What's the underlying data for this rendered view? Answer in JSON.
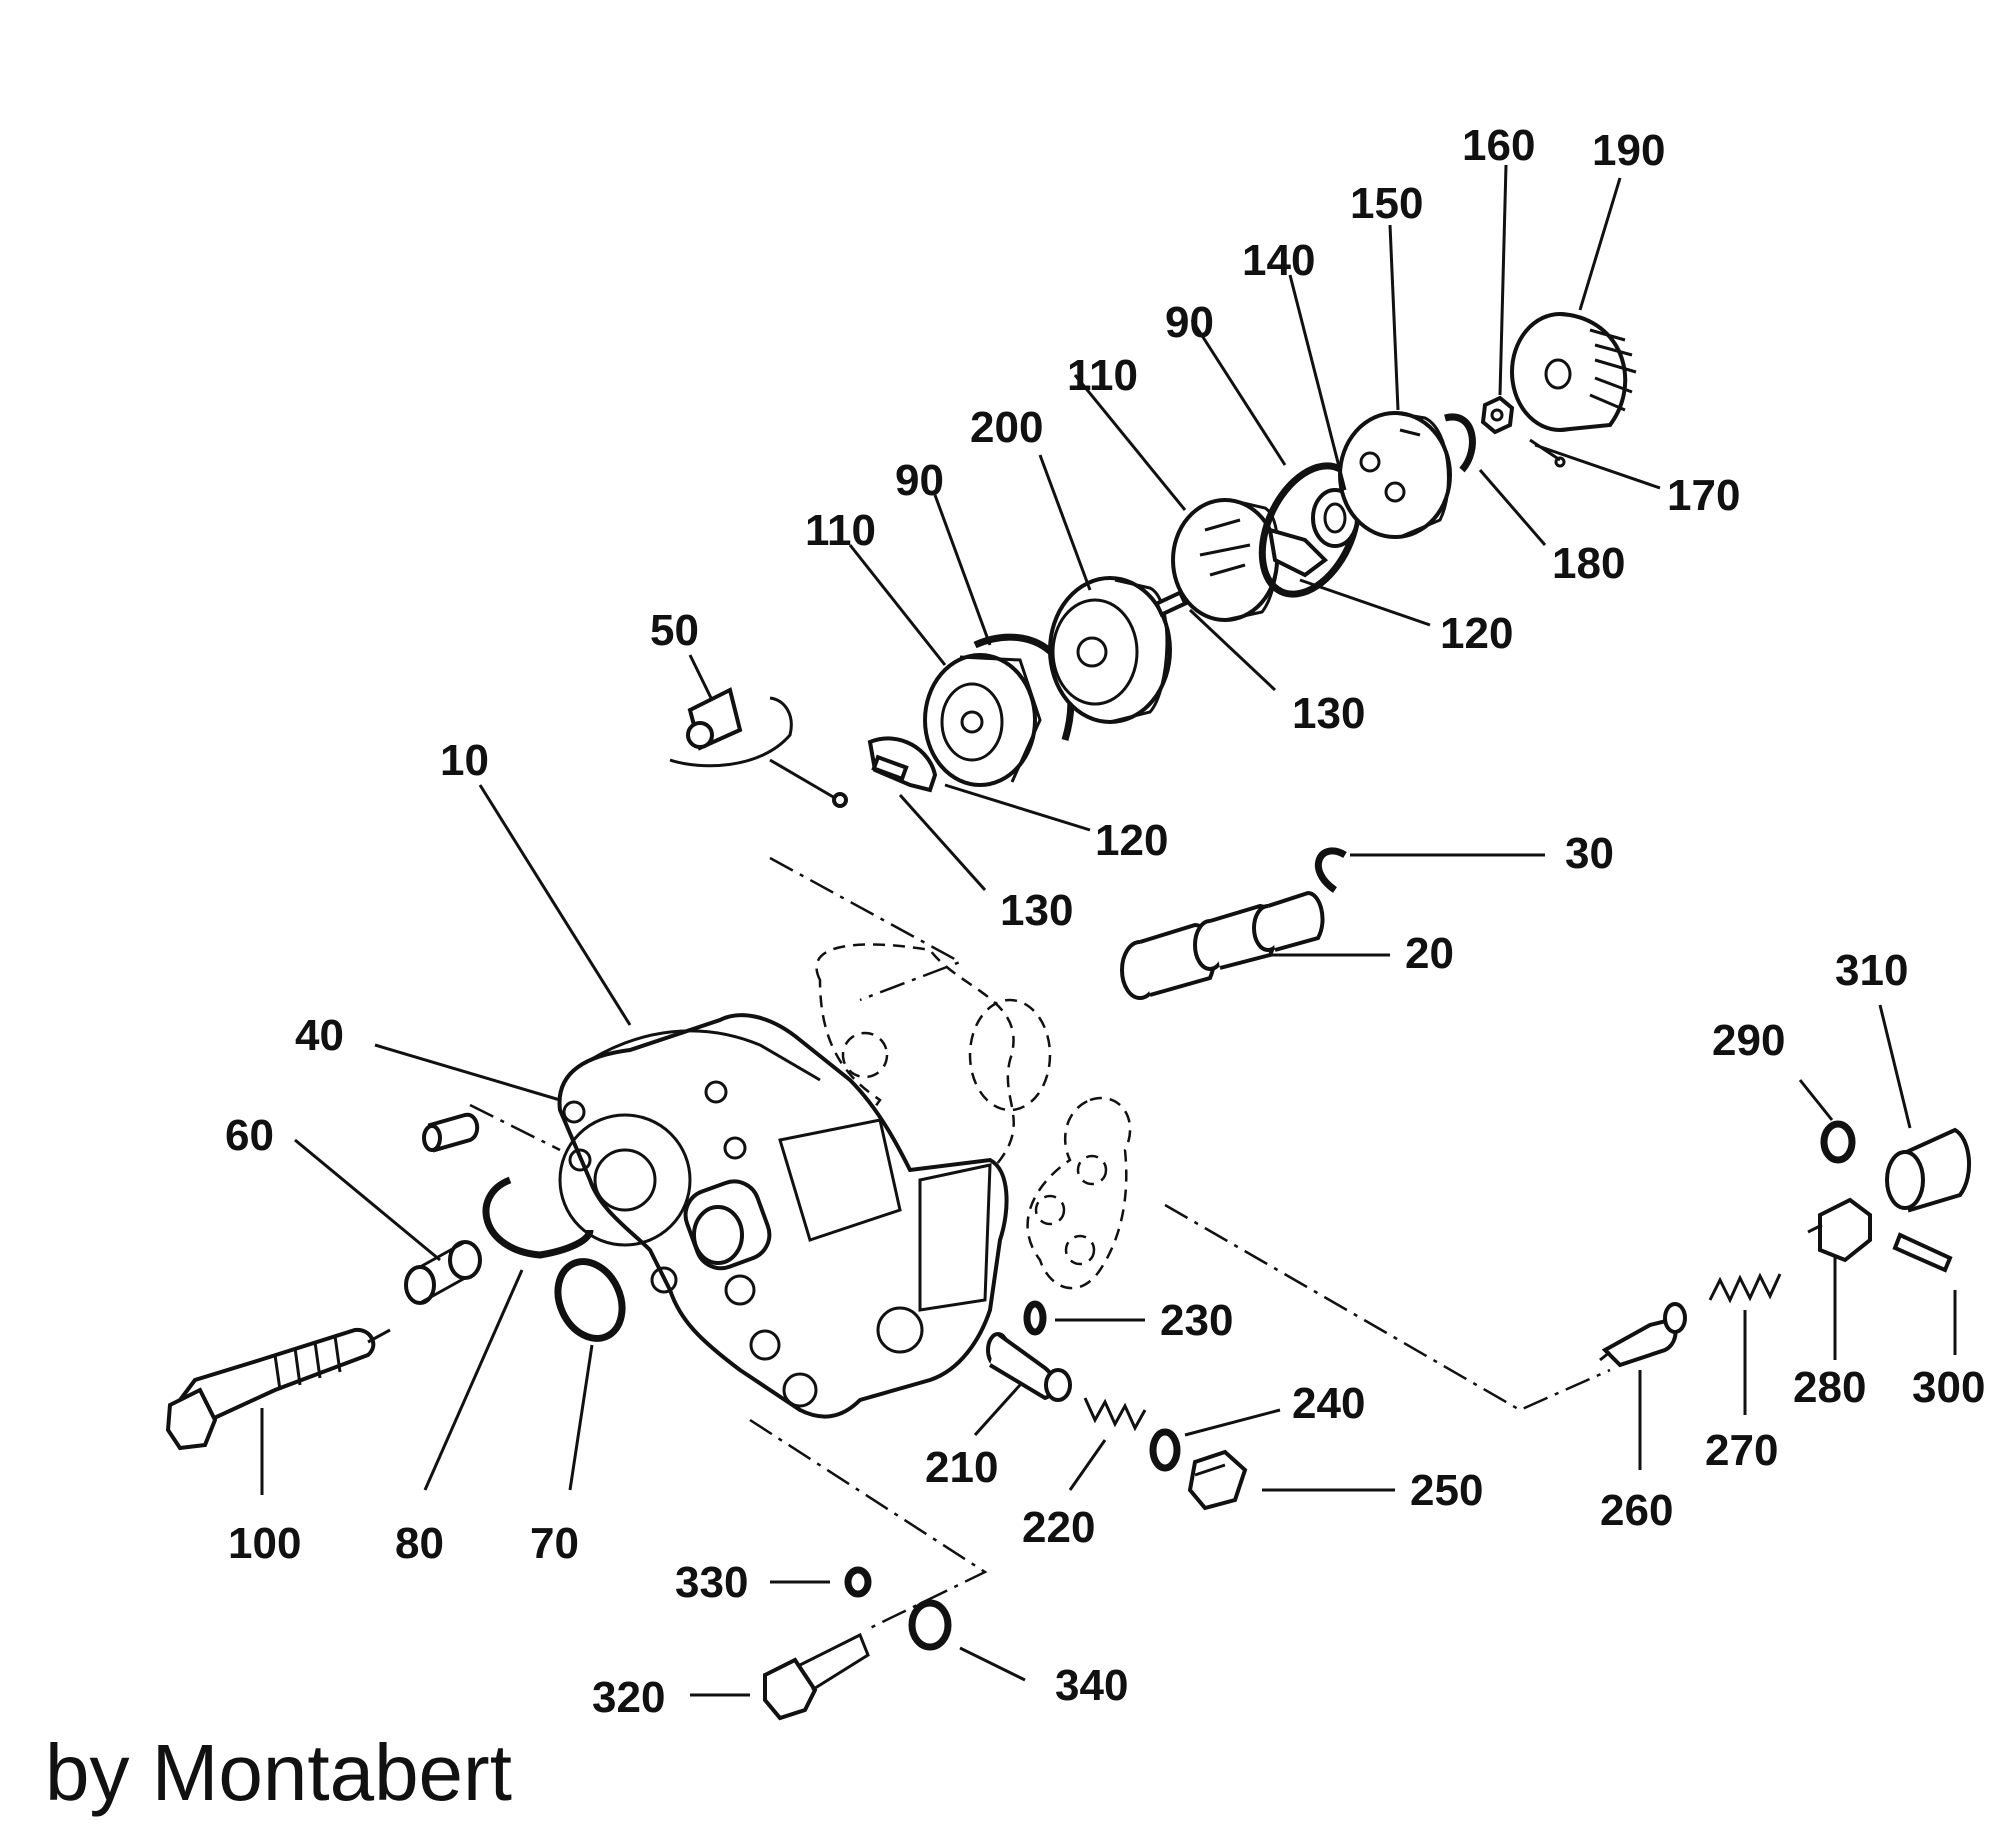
{
  "credit": "by Montabert",
  "callouts": {
    "c160": "160",
    "c190": "190",
    "c150": "150",
    "c140": "140",
    "c90_top": "90",
    "c110_top": "110",
    "c200": "200",
    "c90_mid": "90",
    "c110_mid": "110",
    "c50": "50",
    "c170": "170",
    "c180": "180",
    "c120_top": "120",
    "c130_top": "130",
    "c10": "10",
    "c120_low": "120",
    "c130_low": "130",
    "c30": "30",
    "c20": "20",
    "c40": "40",
    "c60": "60",
    "c310": "310",
    "c290": "290",
    "c230": "230",
    "c240": "240",
    "c250": "250",
    "c210": "210",
    "c220": "220",
    "c100": "100",
    "c80": "80",
    "c70": "70",
    "c260": "260",
    "c270": "270",
    "c280": "280",
    "c300": "300",
    "c330": "330",
    "c320": "320",
    "c340": "340"
  }
}
